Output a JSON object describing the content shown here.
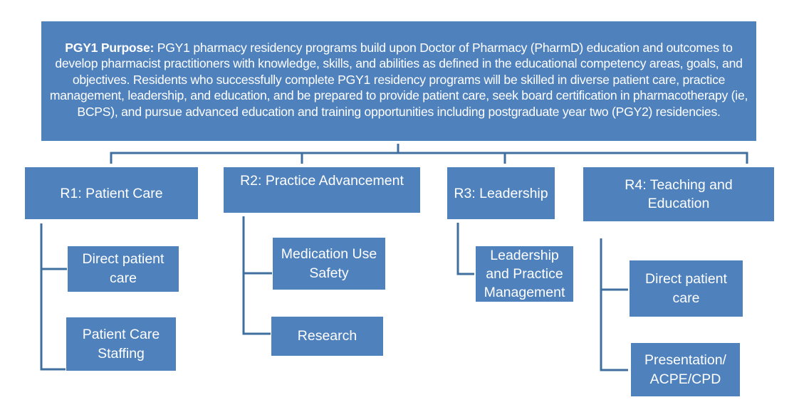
{
  "purpose": {
    "label": "PGY1 Purpose:",
    "text": " PGY1 pharmacy residency programs build upon Doctor of Pharmacy (PharmD) education and outcomes to develop pharmacist practitioners with knowledge, skills, and abilities as defined in the educational competency areas, goals, and objectives.  Residents who successfully complete PGY1 residency programs will be skilled in diverse patient care, practice management, leadership, and education, and be prepared to provide patient care, seek board certification in pharmacotherapy (ie, BCPS), and pursue advanced education and training opportunities including postgraduate year two (PGY2) residencies."
  },
  "areas": [
    {
      "title": "R1: Patient Care",
      "children": [
        "Direct patient care",
        "Patient Care Staffing"
      ]
    },
    {
      "title": "R2: Practice Advancement",
      "children": [
        "Medication Use Safety",
        "Research"
      ]
    },
    {
      "title": "R3: Leadership",
      "children": [
        "Leadership and Practice Management"
      ]
    },
    {
      "title": "R4: Teaching and Education",
      "children": [
        "Direct patient care",
        "Presentation/ ACPE/CPD"
      ]
    }
  ],
  "colors": {
    "box_fill": "#4f81bd",
    "connector": "#3f6f9f",
    "text": "#ffffff",
    "background": "#ffffff"
  }
}
